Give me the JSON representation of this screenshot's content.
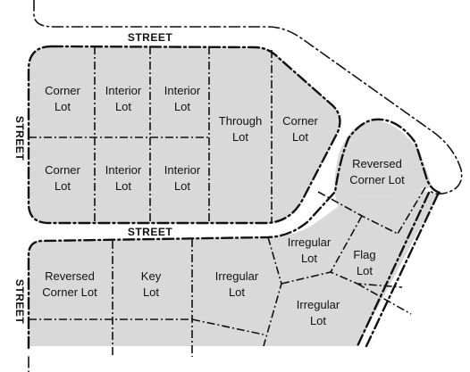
{
  "streets": {
    "top": "STREET",
    "middle": "STREET",
    "left_upper": "STREET",
    "left_lower": "STREET"
  },
  "lots": {
    "corner_tl": [
      "Corner",
      "Lot"
    ],
    "interior_1": [
      "Interior",
      "Lot"
    ],
    "interior_2": [
      "Interior",
      "Lot"
    ],
    "through": [
      "Through",
      "Lot"
    ],
    "corner_right": [
      "Corner",
      "Lot"
    ],
    "corner_bl": [
      "Corner",
      "Lot"
    ],
    "interior_3": [
      "Interior",
      "Lot"
    ],
    "interior_4": [
      "Interior",
      "Lot"
    ],
    "reversed_corner_right": [
      "Reversed",
      "Corner Lot"
    ],
    "irregular_1": [
      "Irregular",
      "Lot"
    ],
    "flag": [
      "Flag",
      "Lot"
    ],
    "reversed_corner_left": [
      "Reversed",
      "Corner Lot"
    ],
    "key": [
      "Key",
      "Lot"
    ],
    "irregular_2": [
      "Irregular",
      "Lot"
    ],
    "irregular_3": [
      "Irregular",
      "Lot"
    ]
  }
}
